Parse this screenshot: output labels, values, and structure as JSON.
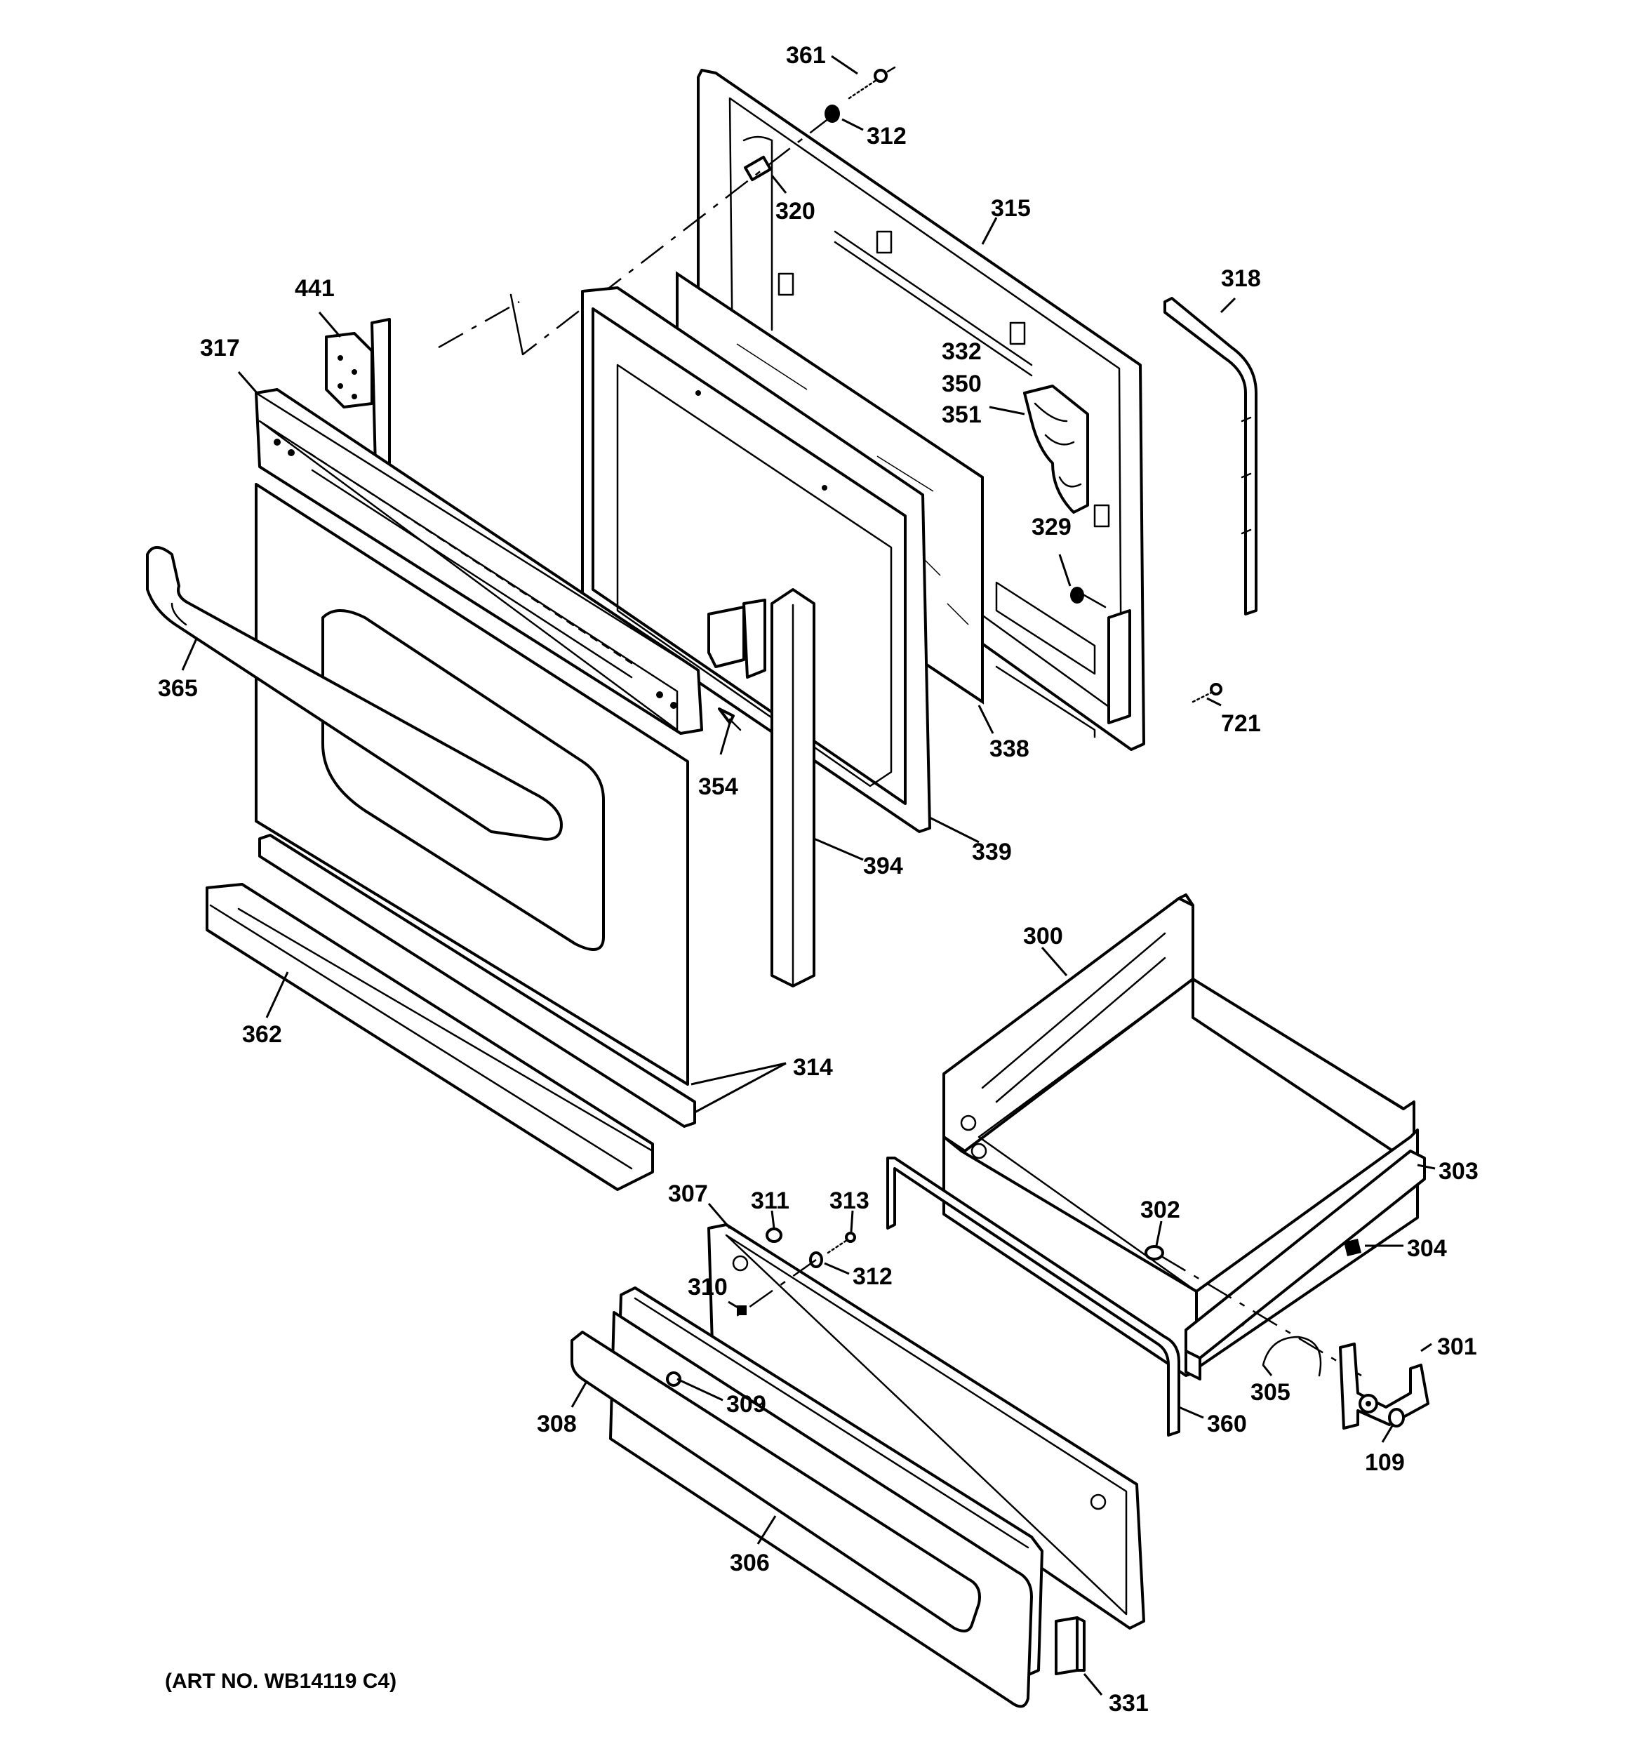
{
  "labels": {
    "l361": "361",
    "l312a": "312",
    "l320": "320",
    "l315": "315",
    "l318": "318",
    "l441": "441",
    "l317": "317",
    "l332": "332",
    "l350": "350",
    "l351": "351",
    "l329": "329",
    "l365": "365",
    "l721": "721",
    "l338": "338",
    "l354": "354",
    "l339": "339",
    "l394": "394",
    "l300": "300",
    "l362": "362",
    "l314": "314",
    "l303": "303",
    "l307": "307",
    "l311": "311",
    "l313": "313",
    "l302": "302",
    "l312b": "312",
    "l304": "304",
    "l310": "310",
    "l301": "301",
    "l305": "305",
    "l308": "308",
    "l309": "309",
    "l360": "360",
    "l109": "109",
    "l306": "306",
    "l331": "331"
  },
  "art_number": "(ART NO. WB14119 C4)",
  "colors": {
    "ink": "#000000",
    "paper": "#ffffff"
  }
}
